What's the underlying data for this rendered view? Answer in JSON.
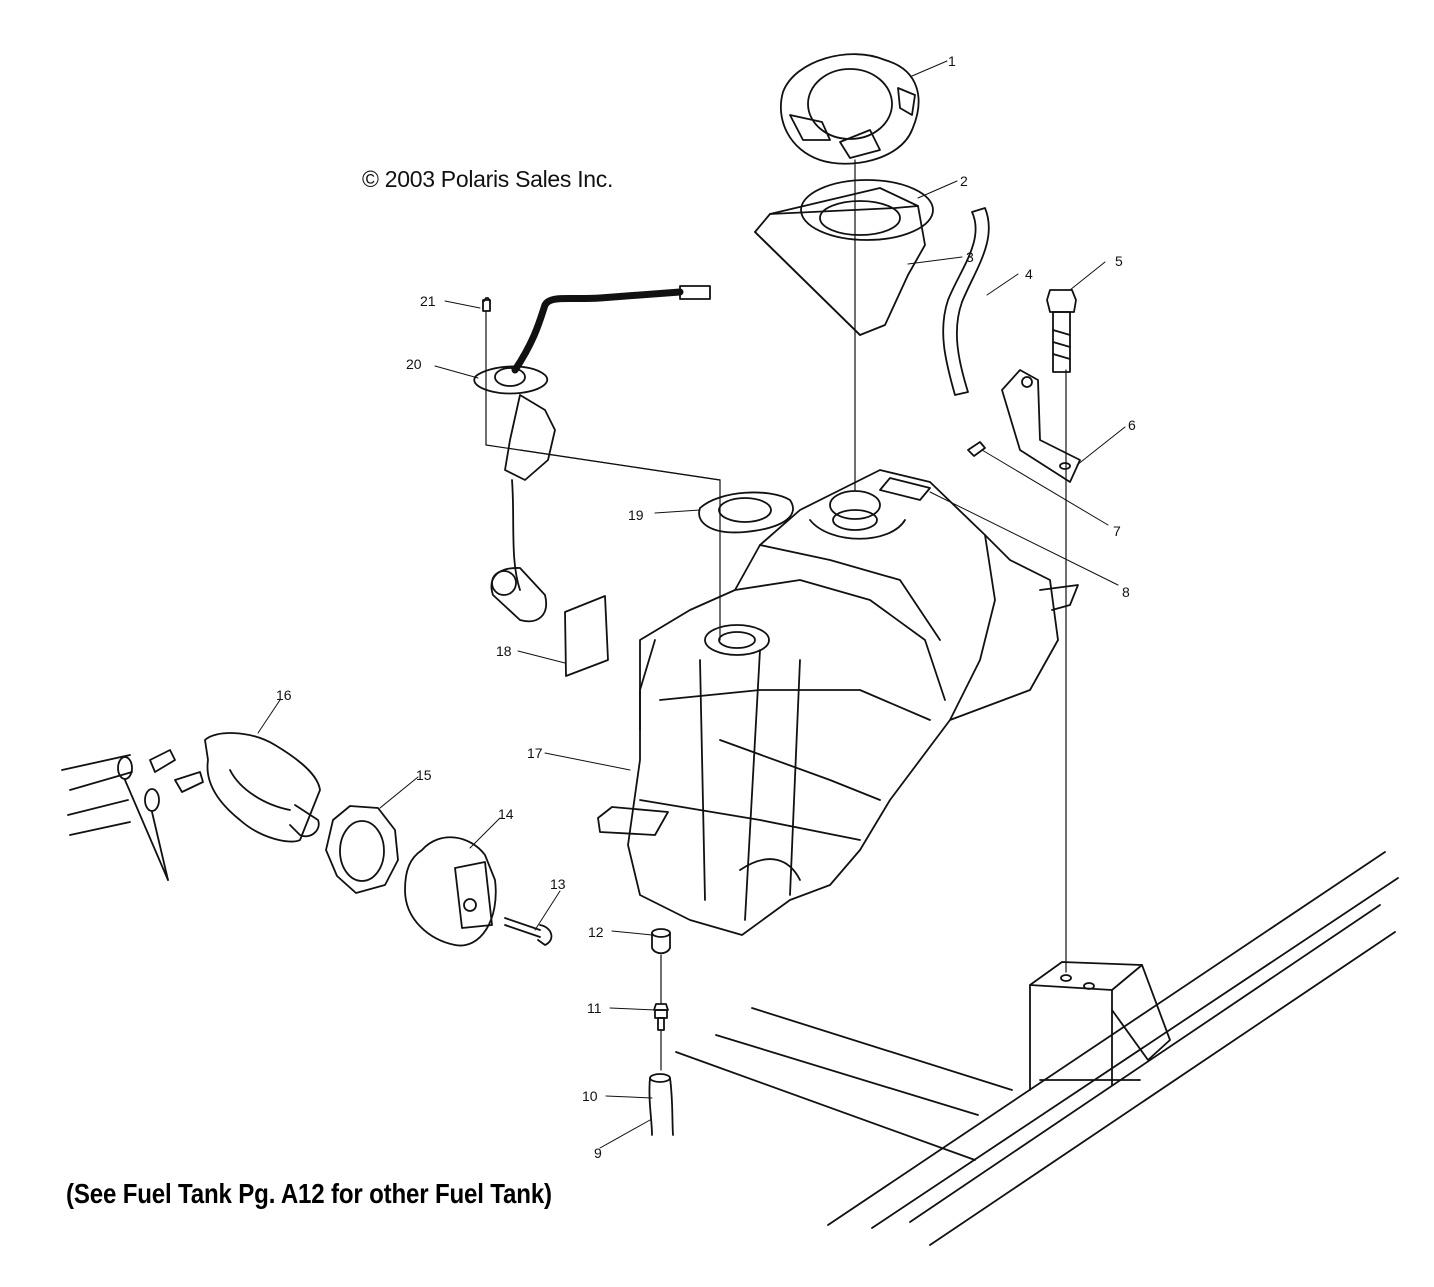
{
  "copyright": "© 2003 Polaris Sales Inc.",
  "footnote": "(See Fuel Tank Pg. A12 for other Fuel Tank)",
  "parts": [
    {
      "id": "part-1",
      "num": "1",
      "icon": "fuel-cap-icon"
    },
    {
      "id": "part-2",
      "num": "2",
      "icon": "gasket-ring-icon"
    },
    {
      "id": "part-3",
      "num": "3",
      "icon": "pad-icon"
    },
    {
      "id": "part-4",
      "num": "4",
      "icon": "vent-hose-icon"
    },
    {
      "id": "part-5",
      "num": "5",
      "icon": "bolt-icon"
    },
    {
      "id": "part-6",
      "num": "6",
      "icon": "bracket-icon"
    },
    {
      "id": "part-7",
      "num": "7",
      "icon": "clip-icon"
    },
    {
      "id": "part-8",
      "num": "8",
      "icon": "decal-icon"
    },
    {
      "id": "part-9",
      "num": "9",
      "icon": "fuel-line-icon"
    },
    {
      "id": "part-10",
      "num": "10",
      "icon": "hose-icon"
    },
    {
      "id": "part-11",
      "num": "11",
      "icon": "fitting-icon"
    },
    {
      "id": "part-12",
      "num": "12",
      "icon": "grommet-icon"
    },
    {
      "id": "part-13",
      "num": "13",
      "icon": "screw-icon"
    },
    {
      "id": "part-14",
      "num": "14",
      "icon": "filter-mount-icon"
    },
    {
      "id": "part-15",
      "num": "15",
      "icon": "hex-nut-icon"
    },
    {
      "id": "part-16",
      "num": "16",
      "icon": "fuel-filter-icon"
    },
    {
      "id": "part-17",
      "num": "17",
      "icon": "fuel-tank-icon"
    },
    {
      "id": "part-18",
      "num": "18",
      "icon": "label-icon"
    },
    {
      "id": "part-19",
      "num": "19",
      "icon": "sender-gasket-icon"
    },
    {
      "id": "part-20",
      "num": "20",
      "icon": "fuel-sender-icon"
    },
    {
      "id": "part-21",
      "num": "21",
      "icon": "small-screw-icon"
    }
  ]
}
